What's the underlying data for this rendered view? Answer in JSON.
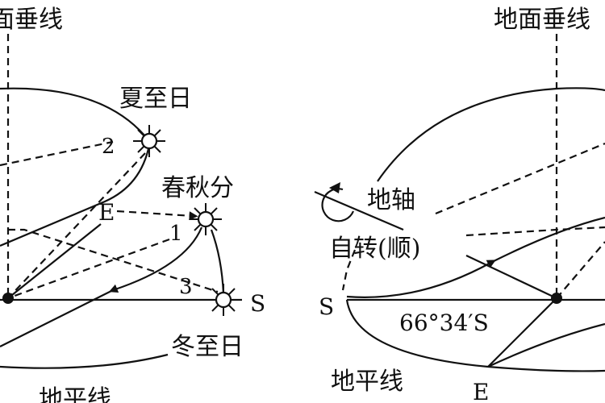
{
  "left_panel": {
    "vertical_label": "面垂线",
    "summer_solstice": "夏至日",
    "equinox": "春秋分",
    "winter_solstice": "冬至日",
    "east": "E",
    "south": "S",
    "path_1": "1",
    "path_2": "2",
    "path_3": "3",
    "horizon": "地平线"
  },
  "right_panel": {
    "vertical_label": "地面垂线",
    "axis": "地轴",
    "rotation": "自转(顺)",
    "south": "S",
    "latitude": "66°34′S",
    "horizon": "地平线",
    "east": "E"
  }
}
